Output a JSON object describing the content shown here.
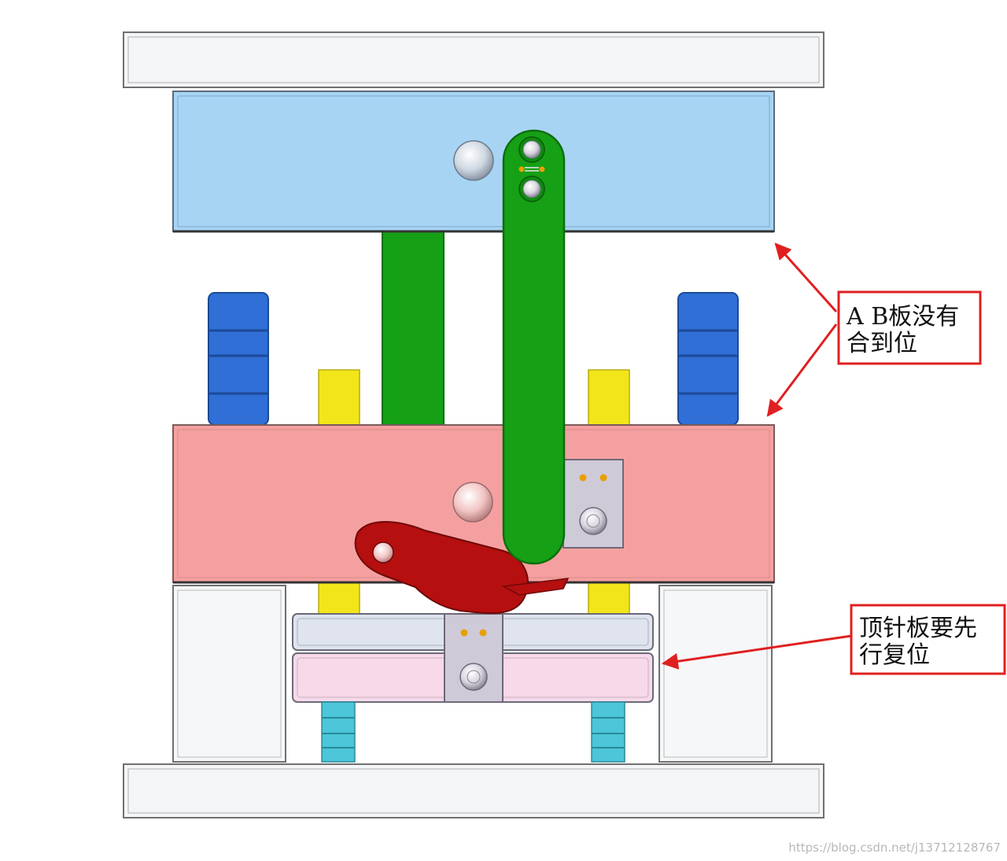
{
  "annotations": {
    "ab_plate": {
      "line1": "A B板没有",
      "line2": "合到位"
    },
    "ejector_plate": {
      "line1": "顶针板要先",
      "line2": "行复位"
    }
  },
  "watermark": "https://blog.csdn.net/j13712128767",
  "colors": {
    "a_plate": "#a8d4f4",
    "b_plate": "#f5a0a0",
    "guide_pillar": "#2f6fd6",
    "return_pin": "#f2e61a",
    "link_bar": "#15a015",
    "lever": "#b50f0f",
    "ejector_retainer": "#dfe4ef",
    "ejector_plate": "#f7d9ea",
    "spring_pin": "#4cc6d8",
    "clamp_block": "#cfcad8",
    "callout": "#e02020"
  }
}
